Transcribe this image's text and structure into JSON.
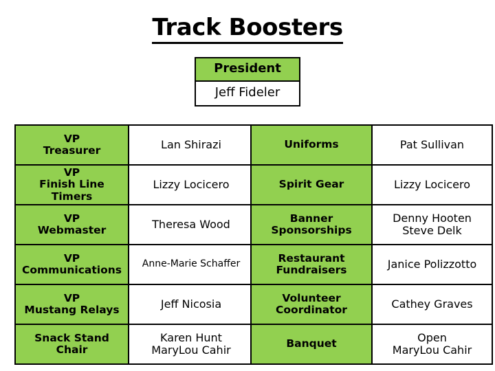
{
  "slide": {
    "title": "Track Boosters",
    "accent_green": "#92D050",
    "border_color": "#000000",
    "background": "#FFFFFF"
  },
  "president": {
    "role": "President",
    "name": "Jeff Fideler"
  },
  "left_table": {
    "rows": [
      {
        "role_line1": "VP",
        "role_line2": "Treasurer",
        "name_line1": "Lan Shirazi",
        "name_line2": ""
      },
      {
        "role_line1": "VP",
        "role_line2": "Finish Line Timers",
        "name_line1": "Lizzy Locicero",
        "name_line2": ""
      },
      {
        "role_line1": "VP",
        "role_line2": "Webmaster",
        "name_line1": "Theresa Wood",
        "name_line2": ""
      },
      {
        "role_line1": "VP",
        "role_line2": "Communications",
        "name_line1": "Anne-Marie Schaffer",
        "name_line2": ""
      },
      {
        "role_line1": "VP",
        "role_line2": "Mustang Relays",
        "name_line1": "Jeff Nicosia",
        "name_line2": ""
      },
      {
        "role_line1": "",
        "role_line2": "Snack Stand Chair",
        "name_line1": "Karen Hunt",
        "name_line2": "MaryLou Cahir"
      }
    ]
  },
  "right_table": {
    "rows": [
      {
        "role_line1": "Uniforms",
        "role_line2": "",
        "name_line1": "Pat Sullivan",
        "name_line2": ""
      },
      {
        "role_line1": "Spirit Gear",
        "role_line2": "",
        "name_line1": "Lizzy Locicero",
        "name_line2": ""
      },
      {
        "role_line1": "Banner",
        "role_line2": "Sponsorships",
        "name_line1": "Denny Hooten",
        "name_line2": "Steve Delk"
      },
      {
        "role_line1": "Restaurant",
        "role_line2": "Fundraisers",
        "name_line1": "Janice Polizzotto",
        "name_line2": ""
      },
      {
        "role_line1": "Volunteer",
        "role_line2": "Coordinator",
        "name_line1": "Cathey Graves",
        "name_line2": ""
      },
      {
        "role_line1": "Banquet",
        "role_line2": "",
        "name_line1": "Open",
        "name_line2": "MaryLou Cahir"
      }
    ]
  }
}
